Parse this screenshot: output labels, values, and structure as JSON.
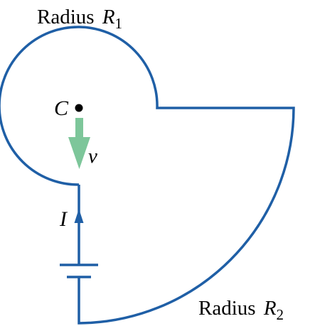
{
  "labels": {
    "radius1_word": "Radius",
    "radius1_symbol": "R",
    "radius1_subscript": "1",
    "center": "C",
    "velocity": "v",
    "current": "I",
    "radius2_word": "Radius",
    "radius2_symbol": "R",
    "radius2_subscript": "2"
  },
  "colors": {
    "wire": "#1f5fa6",
    "velocity_arrow": "#7dc69a",
    "text": "#000000"
  }
}
